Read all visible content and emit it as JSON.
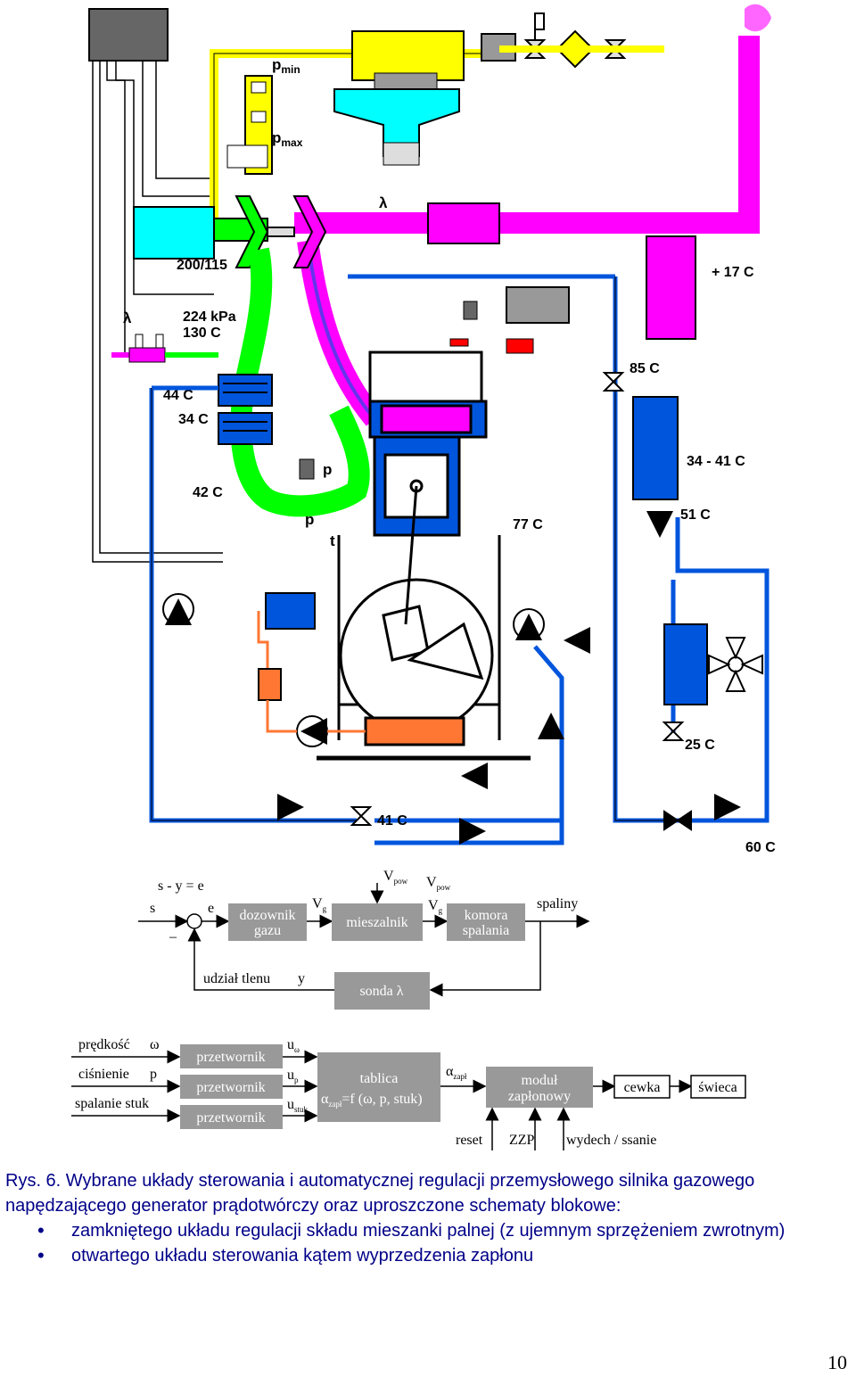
{
  "labels": {
    "pmin": "p",
    "pmin_sub": "min",
    "pmax": "p",
    "pmax_sub": "max",
    "lambda_top": "λ",
    "lambda_left": "λ",
    "ratio": "200/115",
    "kpa": "224 kPa",
    "t130": "130 C",
    "t44": "44 C",
    "t34": "34 C",
    "t42": "42 C",
    "p1": "p",
    "p2": "p",
    "t_sensor": "t",
    "t17": "+ 17 C",
    "t85": "85 C",
    "t3441": "34 - 41 C",
    "t51": "51 C",
    "t77": "77 C",
    "t25": "25 C",
    "t41": "41 C",
    "t60": "60 C"
  },
  "schema1": {
    "eq": "s - y = e",
    "s": "s",
    "e": "e",
    "minus": "–",
    "block1": [
      "dozownik",
      "gazu"
    ],
    "vg1": "V",
    "vg1_sub": "g",
    "block2": "mieszalnik",
    "vpow_top": "V",
    "vpow_top_sub": "pow",
    "vpow_right": "V",
    "vpow_right_sub": "pow",
    "vg2": "V",
    "vg2_sub": "g",
    "block3": [
      "komora",
      "spalania"
    ],
    "spaliny": "spaliny",
    "feedback_label": "udział tlenu",
    "y": "y",
    "block4": "sonda λ"
  },
  "schema2": {
    "inputs": [
      {
        "name": "prędkość",
        "sym": "ω"
      },
      {
        "name": "ciśnienie",
        "sym": "p"
      },
      {
        "name": "spalanie stuk",
        "sym": ""
      }
    ],
    "converter": "przetwornik",
    "u": "u",
    "u_subs": [
      "ω",
      "p",
      "stuk"
    ],
    "table_title": "tablica",
    "table_alpha": "α",
    "table_alpha_sub": "zapł",
    "table_formula": "=f (ω, p, stuk)",
    "alpha_out": "α",
    "alpha_out_sub": "zapł",
    "module": [
      "moduł",
      "zapłonowy"
    ],
    "cewka": "cewka",
    "swieca": "świeca",
    "reset": "reset",
    "zzp": "ZZP",
    "wydech": "wydech / ssanie"
  },
  "caption": {
    "line1": "Rys. 6. Wybrane układy sterowania i automatycznej regulacji przemysłowego silnika gazowego napędzającego generator prądotwórczy oraz uproszczone schematy blokowe:",
    "bullet1": "zamkniętego układu regulacji składu mieszanki palnej (z ujemnym sprzężeniem zwrotnym)",
    "bullet2": "otwartego układu sterowania kątem wyprzedzenia zapłonu"
  },
  "page_number": "10",
  "colors": {
    "gas_yellow": "#ffff00",
    "exhaust_magenta": "#ff00ff",
    "intake_green": "#00ff00",
    "water_blue": "#0055dd",
    "air_cyan": "#00ffff",
    "oil_orange": "#ff7733",
    "block_gray": "#999999"
  }
}
